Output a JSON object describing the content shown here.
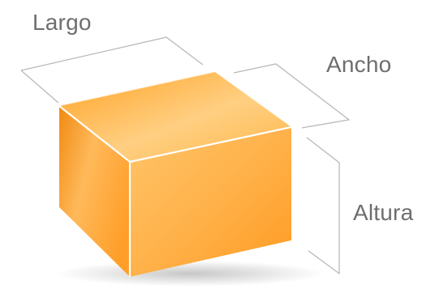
{
  "labels": {
    "length": "Largo",
    "width": "Ancho",
    "height": "Altura"
  },
  "colors": {
    "box_light": "#ffcf7a",
    "box_mid": "#ffa633",
    "box_dark": "#ef7d06",
    "box_edge": "#ffffff",
    "guide_line": "#b9b9b9",
    "label_text": "#6e6e6e"
  }
}
